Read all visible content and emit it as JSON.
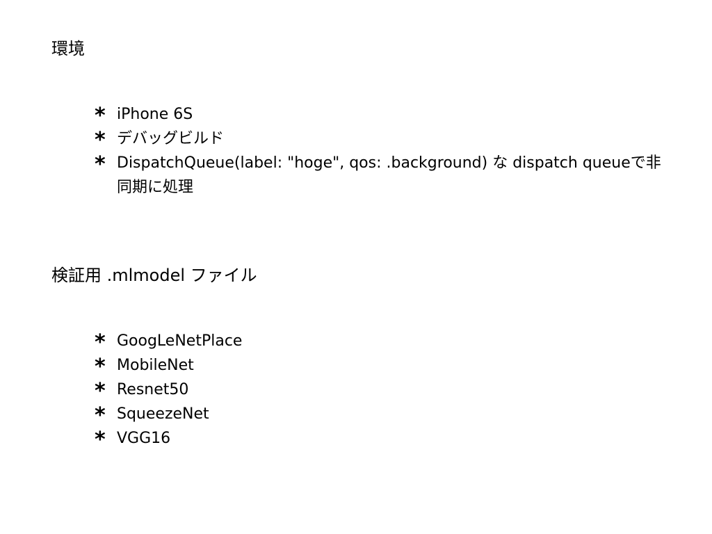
{
  "sections": {
    "environment": {
      "heading": "環境",
      "items": [
        "iPhone 6S",
        "デバッグビルド",
        "DispatchQueue(label: \"hoge\", qos: .background) な dispatch queueで非同期に処理"
      ]
    },
    "models": {
      "heading": "検証用 .mlmodel ファイル",
      "items": [
        "GoogLeNetPlace",
        "MobileNet",
        "Resnet50",
        "SqueezeNet",
        "VGG16"
      ]
    }
  },
  "bullet_symbol": "*"
}
